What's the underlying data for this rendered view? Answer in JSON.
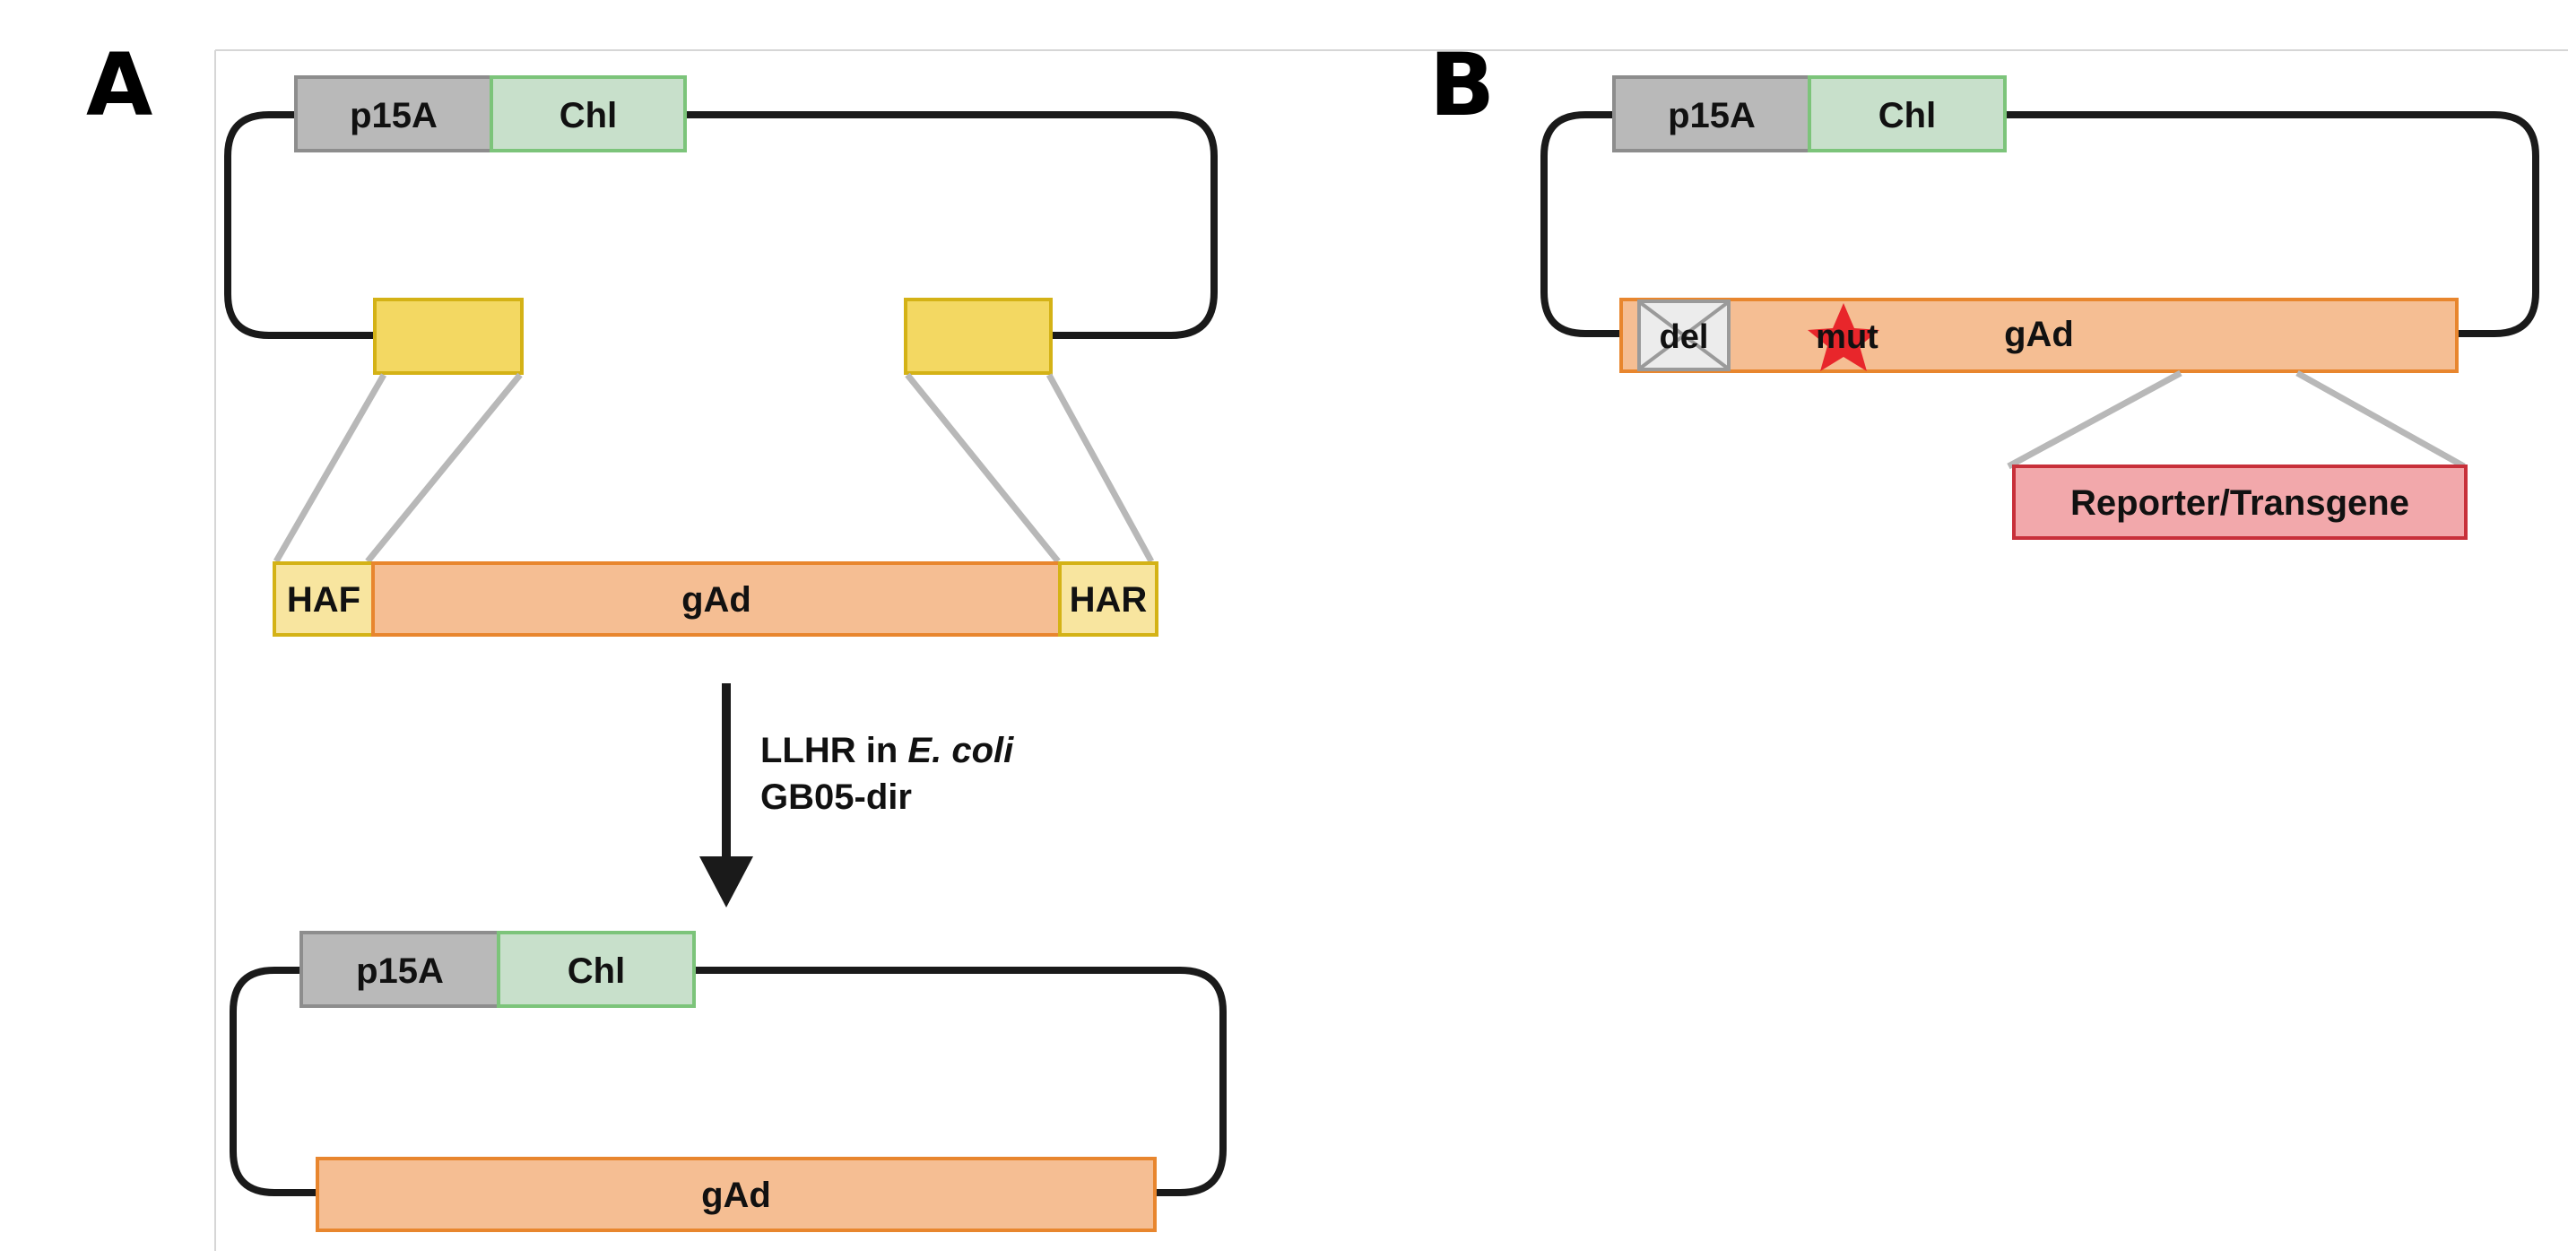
{
  "panels": {
    "a": {
      "letter": "A",
      "vector": {
        "ori": "p15A",
        "marker": "Chl"
      },
      "fragment": {
        "left_arm": "HAF",
        "insert": "gAd",
        "right_arm": "HAR"
      },
      "arrow_label_line1_prefix": "LLHR in ",
      "arrow_label_line1_italic": "E. coli",
      "arrow_label_line2": "GB05-dir",
      "product": {
        "ori": "p15A",
        "marker": "Chl",
        "insert": "gAd"
      }
    },
    "b": {
      "letter": "B",
      "vector": {
        "ori": "p15A",
        "marker": "Chl"
      },
      "insert": {
        "deletion": "del",
        "mutation": "mut",
        "label": "gAd"
      },
      "cassette": "Reporter/Transgene"
    }
  },
  "colors": {
    "ori_fill": "#b9b9b9",
    "ori_stroke": "#8d8d8d",
    "chl_fill": "#c8e0cb",
    "chl_stroke": "#7cc47a",
    "homology_fill": "#f3d862",
    "homology_stroke": "#d4b216",
    "arm_fill": "#f8e59f",
    "gad_fill": "#f5be93",
    "gad_stroke": "#e8862e",
    "reporter_fill": "#f2a8ab",
    "reporter_stroke": "#c8303a",
    "del_fill": "#ececec",
    "del_stroke": "#9a9a9a",
    "star": "#e8262b",
    "backbone": "#1a1a1a",
    "connector": "#b8b8b8"
  }
}
